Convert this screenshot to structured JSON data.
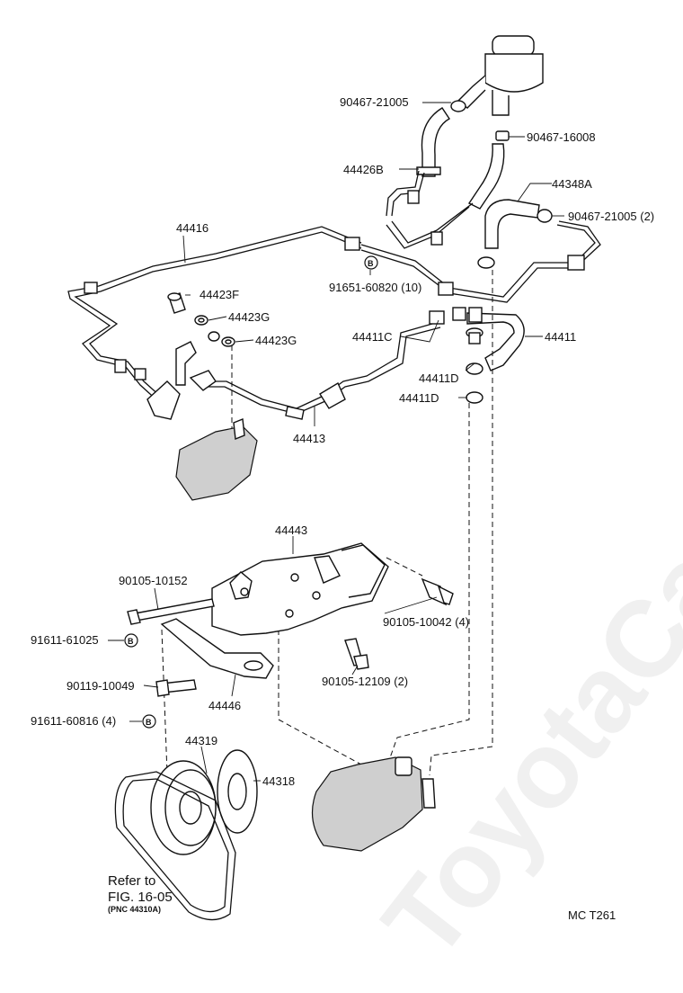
{
  "watermark": "ToyotaCarPartsRu",
  "labels": {
    "p90467_21005": "90467-21005",
    "p90467_16008": "90467-16008",
    "p44426B": "44426B",
    "p44348A": "44348A",
    "p90467_21005_2": "90467-21005 (2)",
    "p44416": "44416",
    "p91651_60820": "91651-60820 (10)",
    "p44423F": "44423F",
    "p44423G_1": "44423G",
    "p44423G_2": "44423G",
    "p44411C": "44411C",
    "p44411": "44411",
    "p44411D_1": "44411D",
    "p44411D_2": "44411D",
    "p44413": "44413",
    "p44443": "44443",
    "p90105_10152": "90105-10152",
    "p90105_10042": "90105-10042 (4)",
    "p91611_61025": "91611-61025",
    "p90105_12109": "90105-12109 (2)",
    "p90119_10049": "90119-10049",
    "p44446": "44446",
    "p91611_60816": "91611-60816 (4)",
    "p44319": "44319",
    "p44318": "44318",
    "refer_to": "Refer to",
    "fig": "FIG. 16-05",
    "pnc": "(PNC 44310A)",
    "code": "MC  T261",
    "b_marker": "B"
  }
}
